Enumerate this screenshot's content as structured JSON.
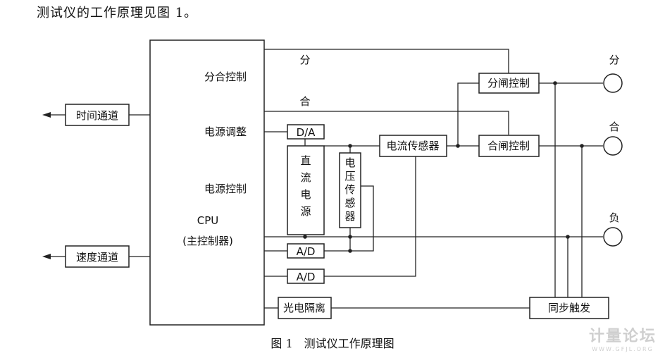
{
  "intro_text": "测试仪的工作原理见图 1。",
  "cpu": {
    "name": "CPU",
    "subtitle": "(主控制器)",
    "labels": {
      "open_close": "分合控制",
      "power_adjust": "电源调整",
      "power_control": "电源控制"
    }
  },
  "channels": {
    "time": "时间通道",
    "speed": "速度通道"
  },
  "blocks": {
    "da": "D/A",
    "dc_power": [
      "直",
      "流",
      "电",
      "源"
    ],
    "voltage_sensor": [
      "电",
      "压",
      "传",
      "感",
      "器"
    ],
    "current_sensor": "电流传感器",
    "ad1": "A/D",
    "ad2": "A/D",
    "opto": "光电隔离",
    "open_ctrl": "分闸控制",
    "close_ctrl": "合闸控制",
    "sync": "同步触发"
  },
  "line_labels": {
    "open": "分",
    "close": "合"
  },
  "terminals": {
    "open": "分",
    "close": "合",
    "load": "负"
  },
  "caption": "图 1　测试仪工作原理图",
  "watermark": {
    "cn": "计量论坛",
    "en": "WWW.GFJL.ORG"
  }
}
